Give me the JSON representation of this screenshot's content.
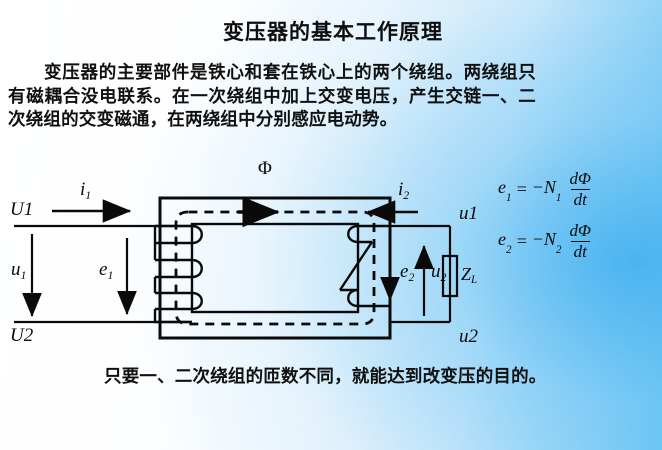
{
  "slide": {
    "title": "变压器的基本工作原理",
    "paragraph_top": "变压器的主要部件是铁心和套在铁心上的两个绕组。两绕组只有磁耦合没电联系。在一次绕组中加上交变电压，产生交链一、二次绕组的交变磁通，在两绕组中分别感应电动势。",
    "paragraph_bottom": "只要一、二次绕组的匝数不同，就能达到改变压的目的。",
    "background_start_color": "#ffffff",
    "background_end_color": "#59c0f2",
    "ink_color": "#0a0a0a"
  },
  "diagram": {
    "name": "transformer-working-principle-diagram",
    "flux_label": "Φ",
    "primary": {
      "terminal_top": "U1",
      "terminal_bottom": "U2",
      "current_label": "i",
      "current_sub": "1",
      "voltage_label": "u",
      "voltage_sub": "1",
      "emf_label": "e",
      "emf_sub": "1"
    },
    "secondary": {
      "terminal_top": "u1",
      "terminal_bottom": "u2",
      "current_label": "i",
      "current_sub": "2",
      "emf_label": "e",
      "emf_sub": "2",
      "voltage_label": "u",
      "voltage_sub": "2",
      "load_label": "Z",
      "load_sub": "L"
    }
  },
  "formulas": [
    {
      "lhs": "e",
      "lhs_sub": "1",
      "equals": "=",
      "coefficient": "−N",
      "coefficient_sub": "1",
      "numerator": "dΦ",
      "denominator": "dt",
      "full_text": "e1 = -N1 dΦ/dt"
    },
    {
      "lhs": "e",
      "lhs_sub": "2",
      "equals": "=",
      "coefficient": "−N",
      "coefficient_sub": "2",
      "numerator": "dΦ",
      "denominator": "dt",
      "full_text": "e2 = -N2 dΦ/dt"
    }
  ]
}
